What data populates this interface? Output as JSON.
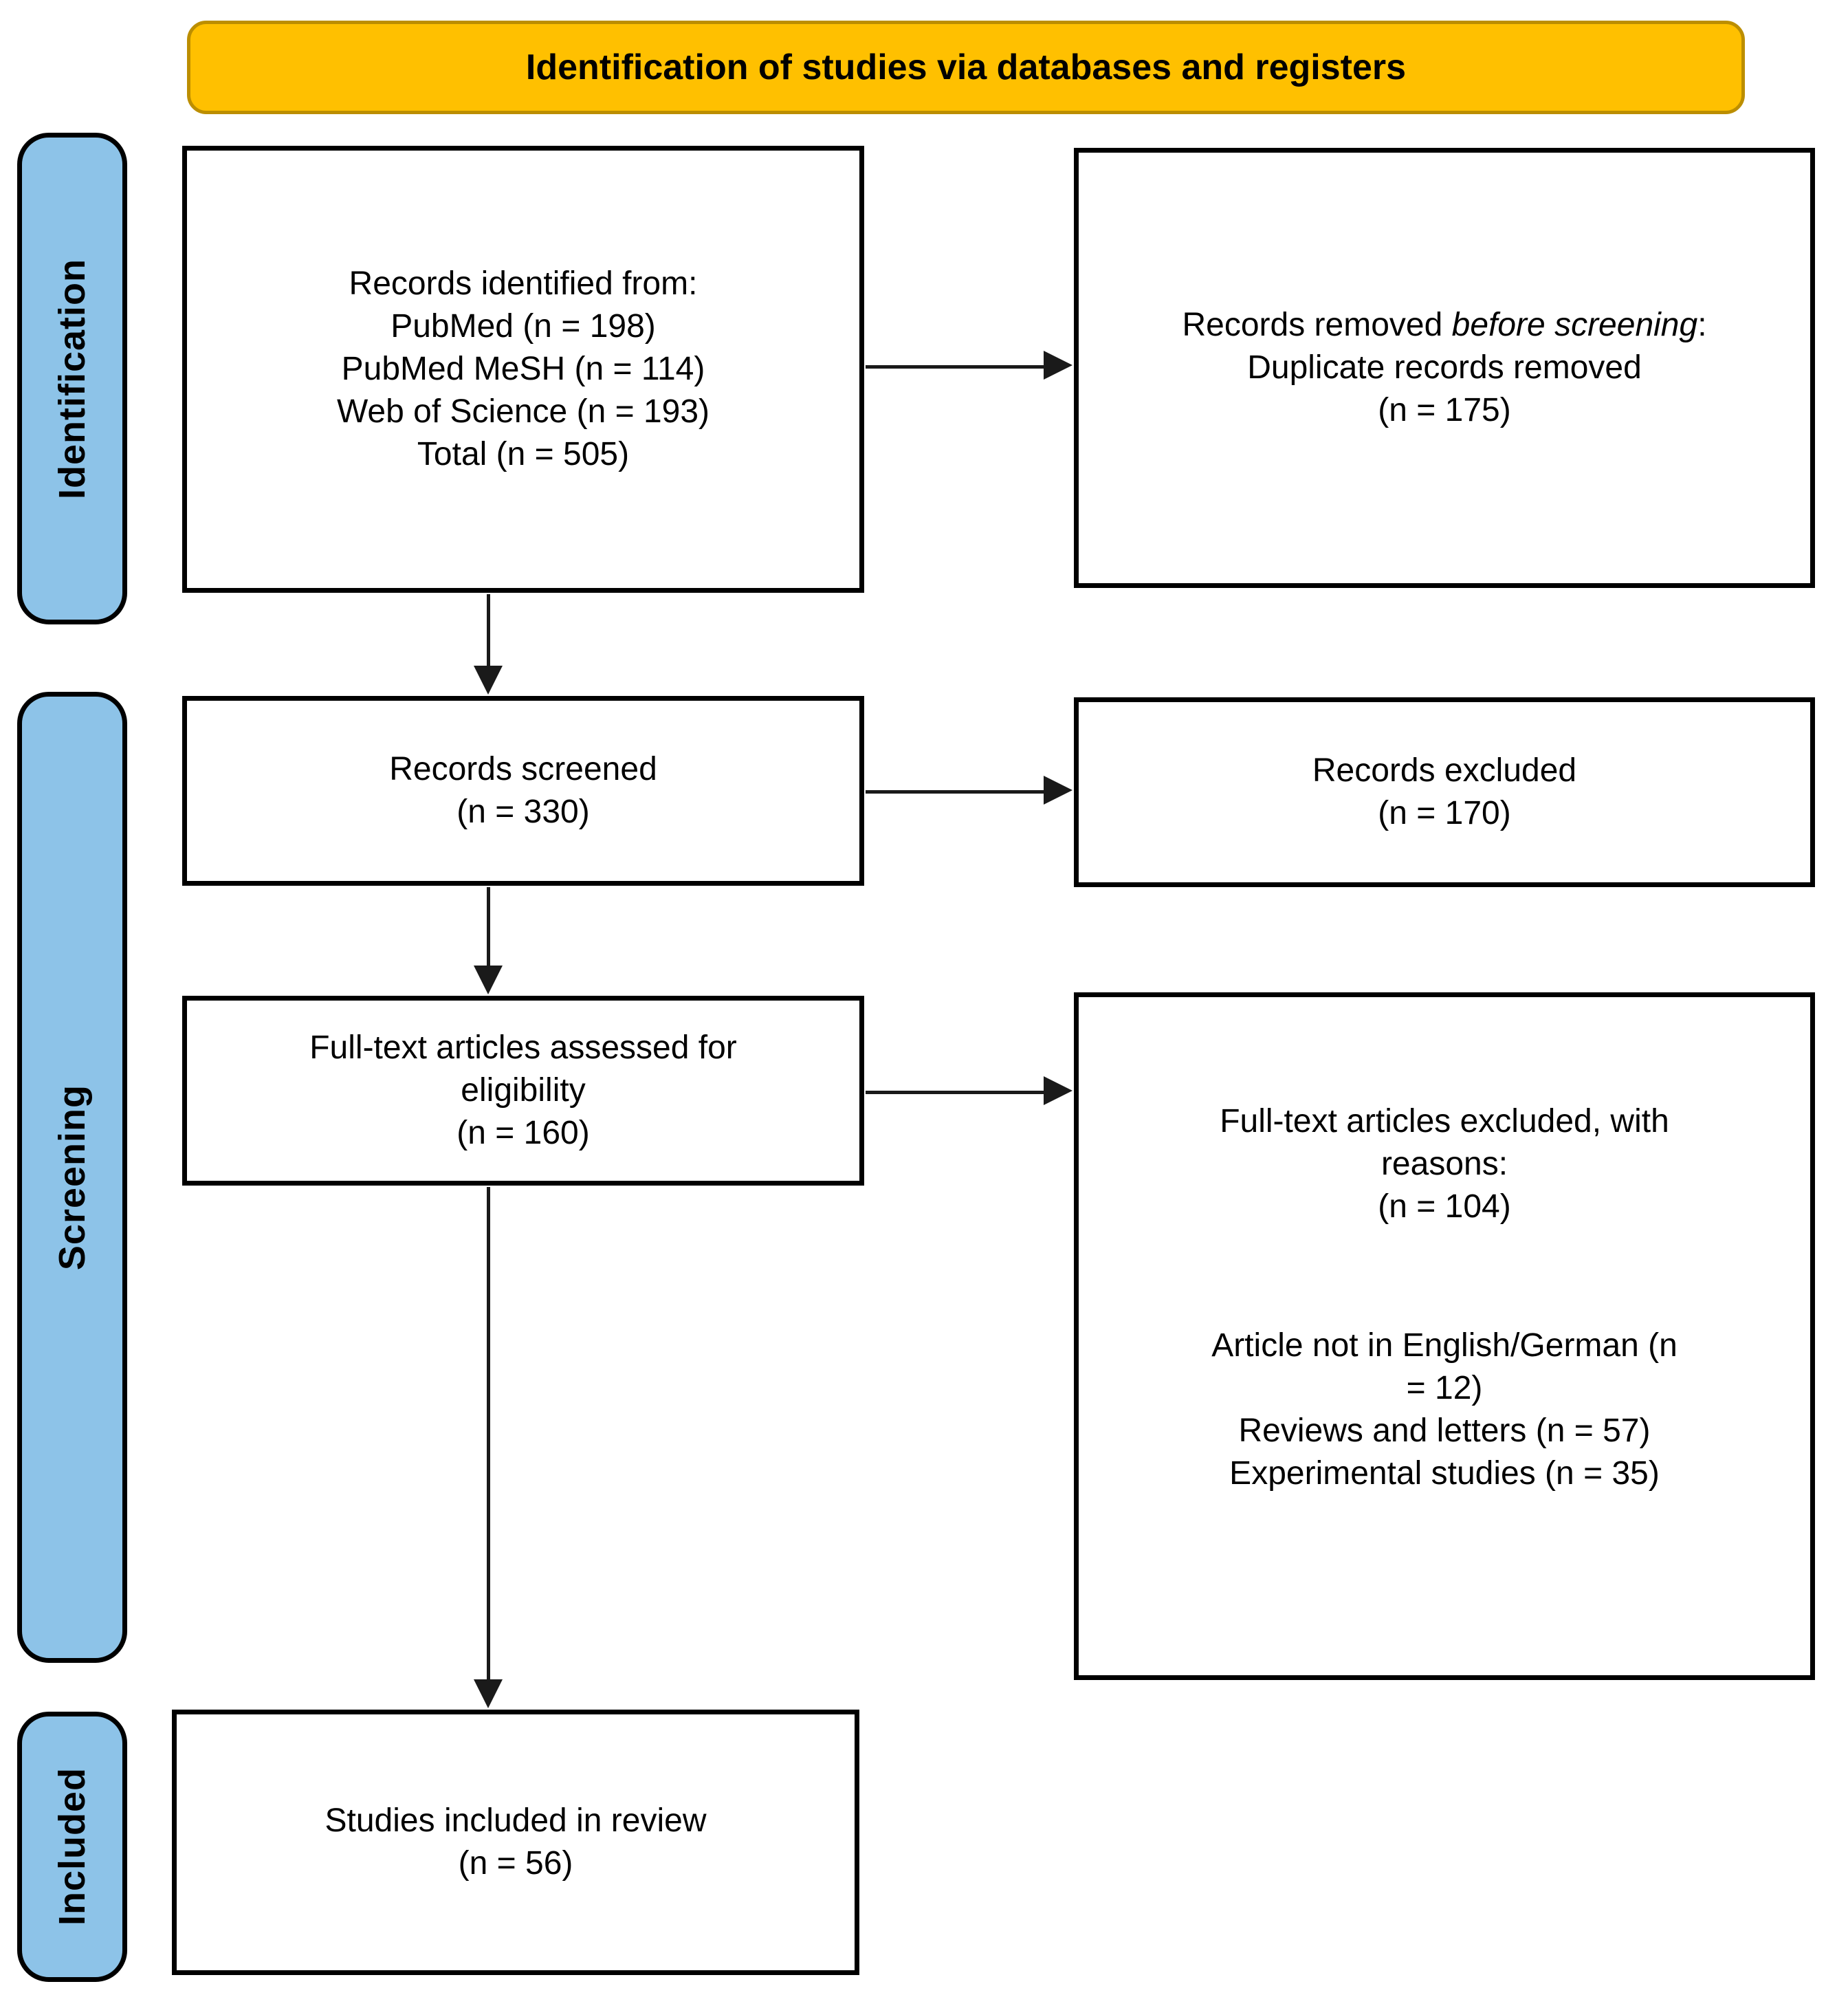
{
  "banner": {
    "label": "Identification of studies via databases and registers"
  },
  "colors": {
    "banner_fill": "#FFC000",
    "banner_border": "#BC8E00",
    "stage_fill": "#8DC3E8",
    "box_border": "#000000"
  },
  "stages": [
    {
      "label": "Identification"
    },
    {
      "label": "Screening"
    },
    {
      "label": "Included"
    }
  ],
  "boxes": {
    "identified": {
      "lines": [
        "Records identified from:",
        "PubMed (n = 198)",
        "PubMed MeSH (n = 114)",
        "Web of Science (n = 193)",
        "Total (n = 505)"
      ]
    },
    "removed": {
      "prefix": "Records removed ",
      "italic": "before screening",
      "suffix": ":",
      "lines": [
        "Duplicate records removed",
        "(n = 175)"
      ]
    },
    "screened": {
      "lines": [
        "Records screened",
        "(n = 330)"
      ]
    },
    "excluded": {
      "lines": [
        "Records excluded",
        "(n = 170)"
      ]
    },
    "fulltext": {
      "lines": [
        "Full-text articles assessed for",
        "eligibility",
        "(n = 160)"
      ]
    },
    "fulltext_excluded": {
      "header_lines": [
        "Full-text articles excluded, with",
        "reasons:",
        "(n = 104)"
      ],
      "reason_lines": [
        "Article not in English/German (n",
        "= 12)",
        "Reviews and letters (n = 57)",
        "Experimental studies (n = 35)"
      ]
    },
    "included": {
      "lines": [
        "Studies included in review",
        "(n = 56)"
      ]
    }
  }
}
